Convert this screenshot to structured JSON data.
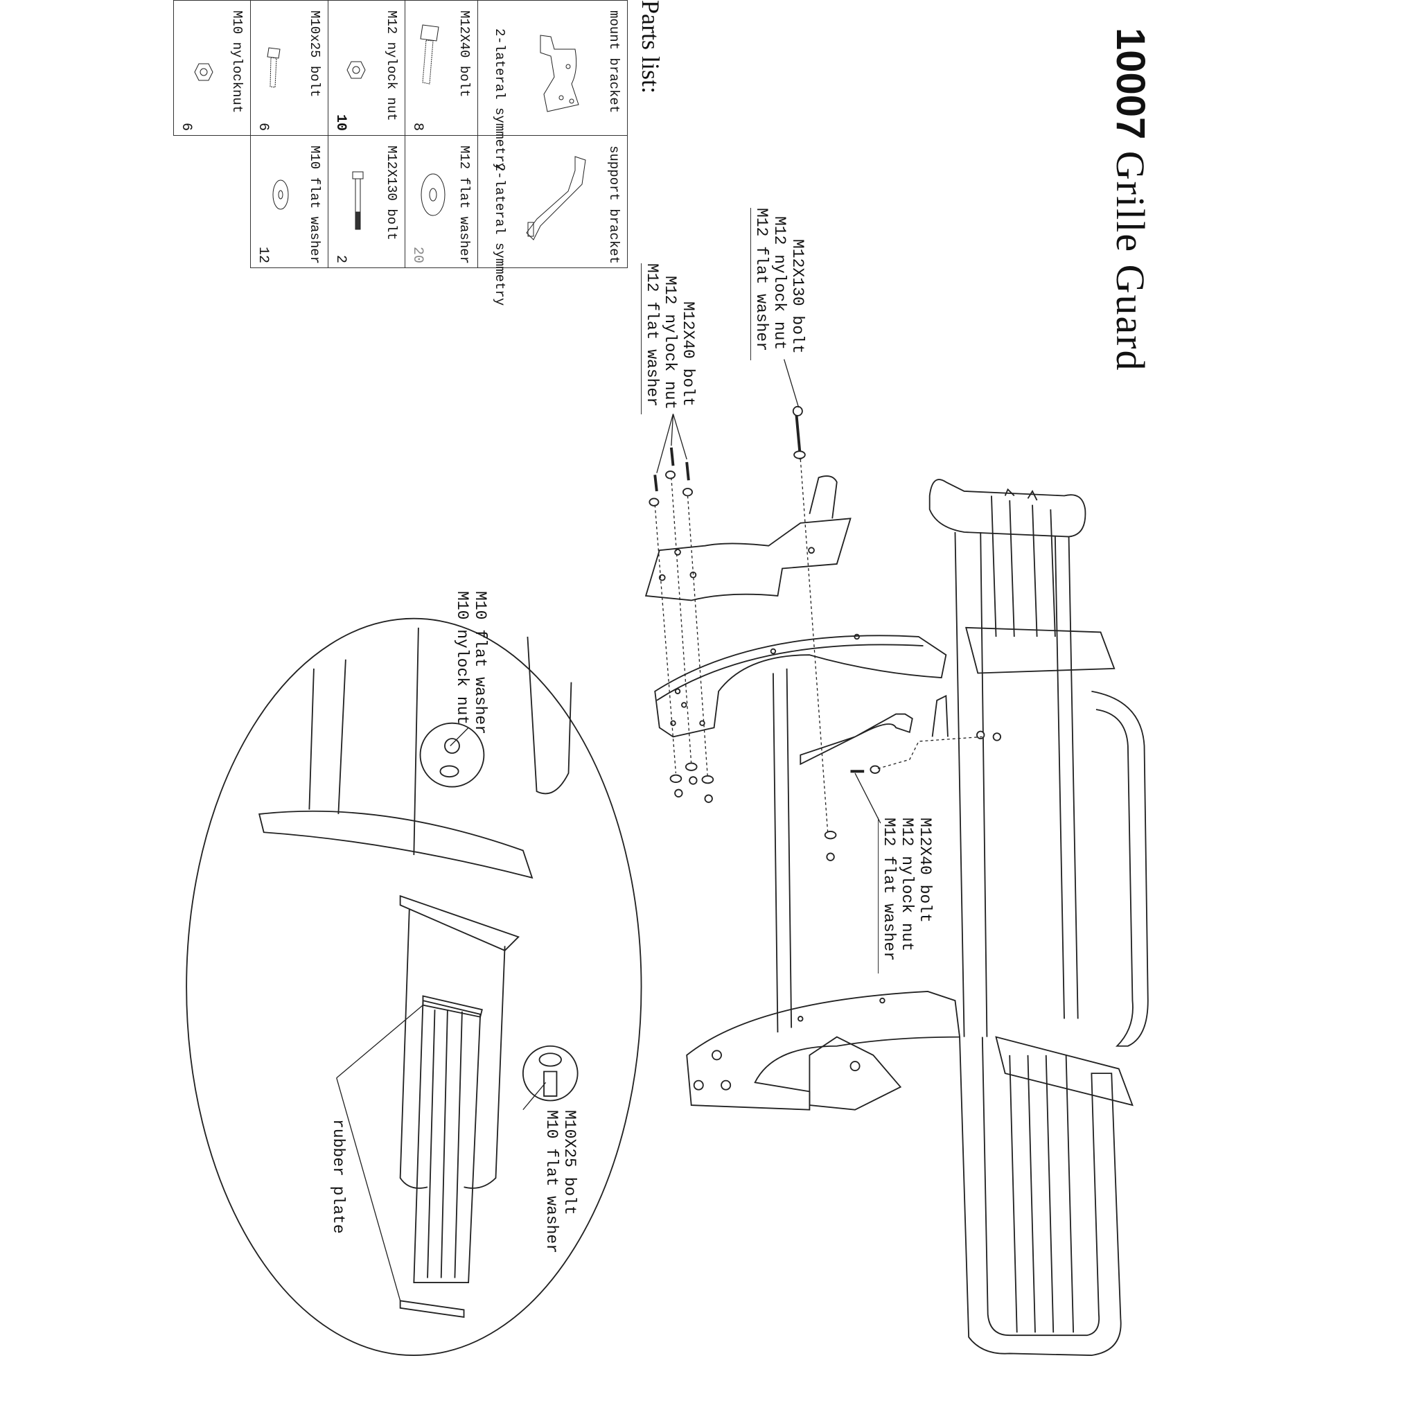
{
  "title": {
    "number": "10007",
    "text": "Grille Guard"
  },
  "parts_list": {
    "heading": "Parts list:",
    "items": [
      {
        "name": "mount bracket",
        "note": "2-lateral symmetry"
      },
      {
        "name": "support bracket",
        "note": "2-lateral symmetry"
      },
      {
        "name": "M12X40 bolt",
        "qty": "8"
      },
      {
        "name": "M12 flat washer",
        "qty": "20"
      },
      {
        "name": "M12 nylock nut",
        "qty": "10"
      },
      {
        "name": "M12X130 bolt",
        "qty": "2"
      },
      {
        "name": "M10x25 bolt",
        "qty": "6"
      },
      {
        "name": "M10 flat washer",
        "qty": "12"
      },
      {
        "name": "M10 nylocknut",
        "qty": "6"
      }
    ]
  },
  "callouts": {
    "top_support": [
      "M12X130 bolt",
      "M12 nylock nut",
      "M12 flat washer"
    ],
    "mount_bracket": [
      "M12X40 bolt",
      "M12 nylock nut",
      "M12 flat washer"
    ],
    "lower_bracket": [
      "M12X40 bolt",
      "M12 nylock nut",
      "M12 flat washer"
    ],
    "detail_nut": [
      "M10 flat washer",
      "M10 nylock  nut"
    ],
    "detail_bolt": [
      "M10X25 bolt",
      "M10 flat washer"
    ],
    "rubber_plate": "rubber plate"
  }
}
